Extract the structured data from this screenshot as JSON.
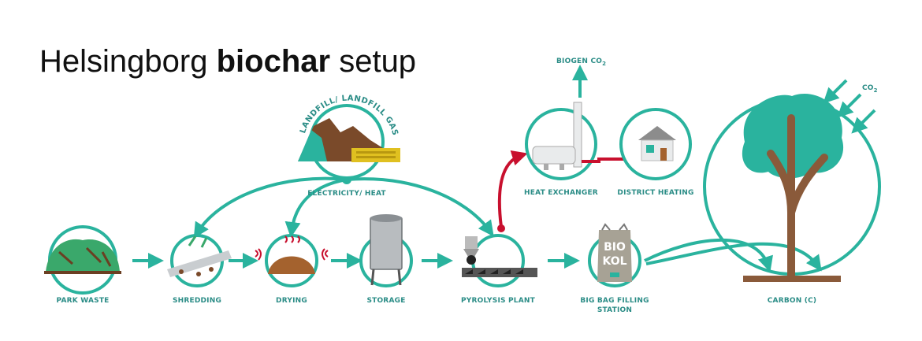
{
  "title": {
    "part1": "Helsingborg",
    "part2": "biochar",
    "part3": "setup"
  },
  "labels": {
    "park_waste": "PARK WASTE",
    "shredding": "SHREDDING",
    "drying": "DRYING",
    "storage": "STORAGE",
    "pyrolysis": "PYROLYSIS PLANT",
    "bigbag_line1": "BIG BAG FILLING",
    "bigbag_line2": "STATION",
    "carbon": "CARBON (C)",
    "heat_exchanger": "HEAT EXCHANGER",
    "district_heating": "DISTRICT HEATING",
    "electricity": "ELECTRICITY/ HEAT",
    "landfill": "LANDFILL/ LANDFILL GAS",
    "biogen_co2": "BIOGEN CO",
    "biogen_co2_sub": "2",
    "co2": "CO",
    "co2_sub": "2",
    "bag_line1": "BIO",
    "bag_line2": "KOL"
  },
  "colors": {
    "teal": "#2ab39e",
    "red": "#c8102e",
    "brown": "#8a5a3a",
    "green": "#3aa86b"
  }
}
